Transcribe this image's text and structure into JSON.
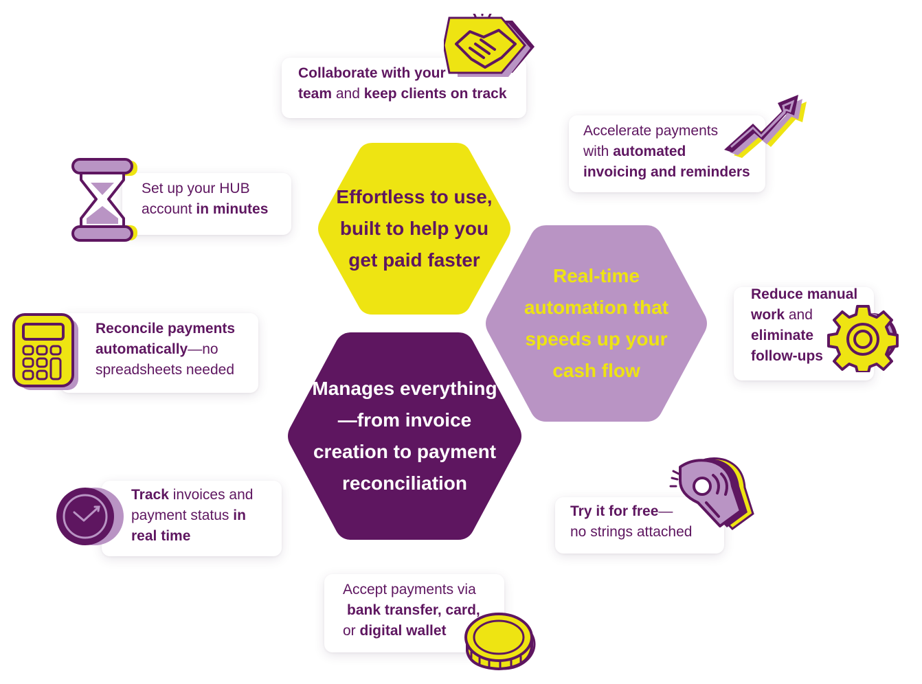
{
  "colors": {
    "purple": "#5e1660",
    "lavender": "#b994c4",
    "yellow": "#eee412",
    "white": "#ffffff"
  },
  "hexagons": {
    "effortless": {
      "text": "Effortless to use, built to help you get paid faster"
    },
    "realtime": {
      "text": "Real-time automation that speeds up your cash flow"
    },
    "manages": {
      "text": "Manages everything—from invoice creation to payment reconciliation"
    }
  },
  "cards": {
    "collaborate": {
      "b1": "Collaborate with your",
      "b2": "team",
      "t1": " and ",
      "b3": "keep clients on track",
      "icon": "handshake-icon"
    },
    "accelerate": {
      "t1": "Accelerate payments",
      "t2": "with ",
      "b1": "automated",
      "b2": "invoicing and reminders",
      "icon": "arrow-up-trend-icon"
    },
    "setup": {
      "t1": "Set up your HUB",
      "t2": "account ",
      "b1": "in minutes",
      "icon": "hourglass-icon"
    },
    "reduce": {
      "b1": "Reduce manual",
      "b2": "work",
      "t1": " and",
      "b3": "eliminate",
      "b4": "follow-ups",
      "icon": "gear-icon"
    },
    "reconcile": {
      "b1": "Reconcile payments",
      "b2": "automatically",
      "t1": "—no",
      "t2": "spreadsheets needed",
      "icon": "calculator-icon"
    },
    "track": {
      "b1": "Track",
      "t1": " invoices and",
      "t2": "payment status ",
      "b2": "in",
      "b3": "real time",
      "icon": "clock-icon"
    },
    "try": {
      "b1": "Try it for free",
      "t1": "—",
      "t2": "no strings attached",
      "icon": "ok-hand-icon"
    },
    "accept": {
      "t1": "Accept payments via",
      "b1": "bank transfer, card,",
      "t2": "or ",
      "b2": "digital wallet",
      "icon": "coin-icon"
    }
  }
}
